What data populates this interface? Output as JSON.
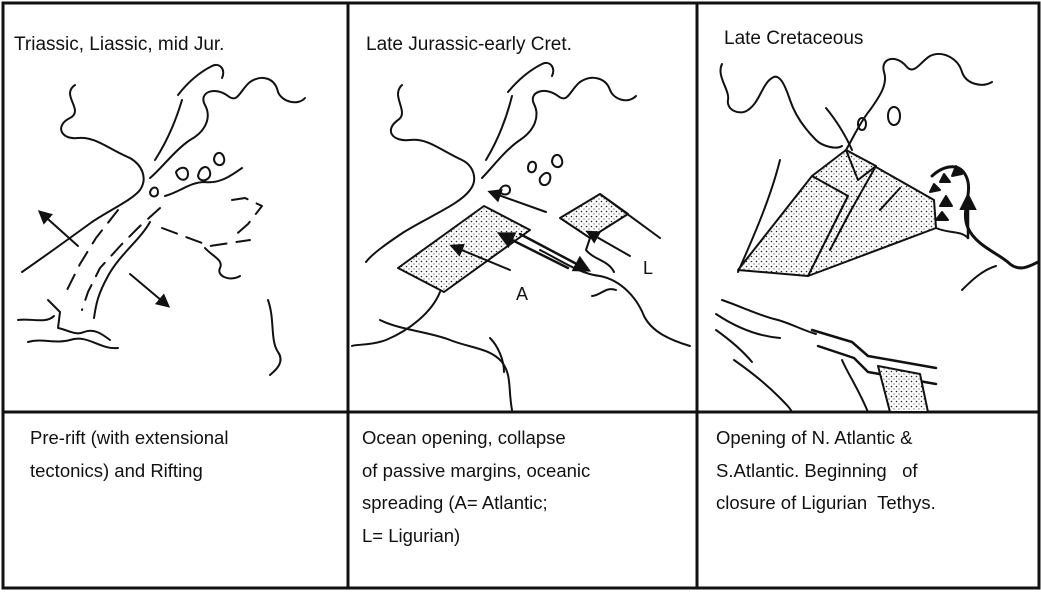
{
  "panels": [
    {
      "title": "Triassic, Liassic, mid Jur.",
      "caption": [
        "Pre-rift (with extensional",
        "tectonics) and Rifting"
      ]
    },
    {
      "title": "Late Jurassic-early Cret.",
      "caption": [
        "Ocean opening, collapse",
        "of passive margins, oceanic",
        "spreading (A= Atlantic;",
        "L= Ligurian)"
      ],
      "labels": {
        "a": "A",
        "l": "L"
      }
    },
    {
      "title": "Late Cretaceous",
      "caption": [
        "Opening of N. Atlantic &",
        "S.Atlantic. Beginning   of",
        "closure of Ligurian  Tethys."
      ]
    }
  ],
  "colors": {
    "ink": "#111111",
    "paper": "#ffffff"
  }
}
